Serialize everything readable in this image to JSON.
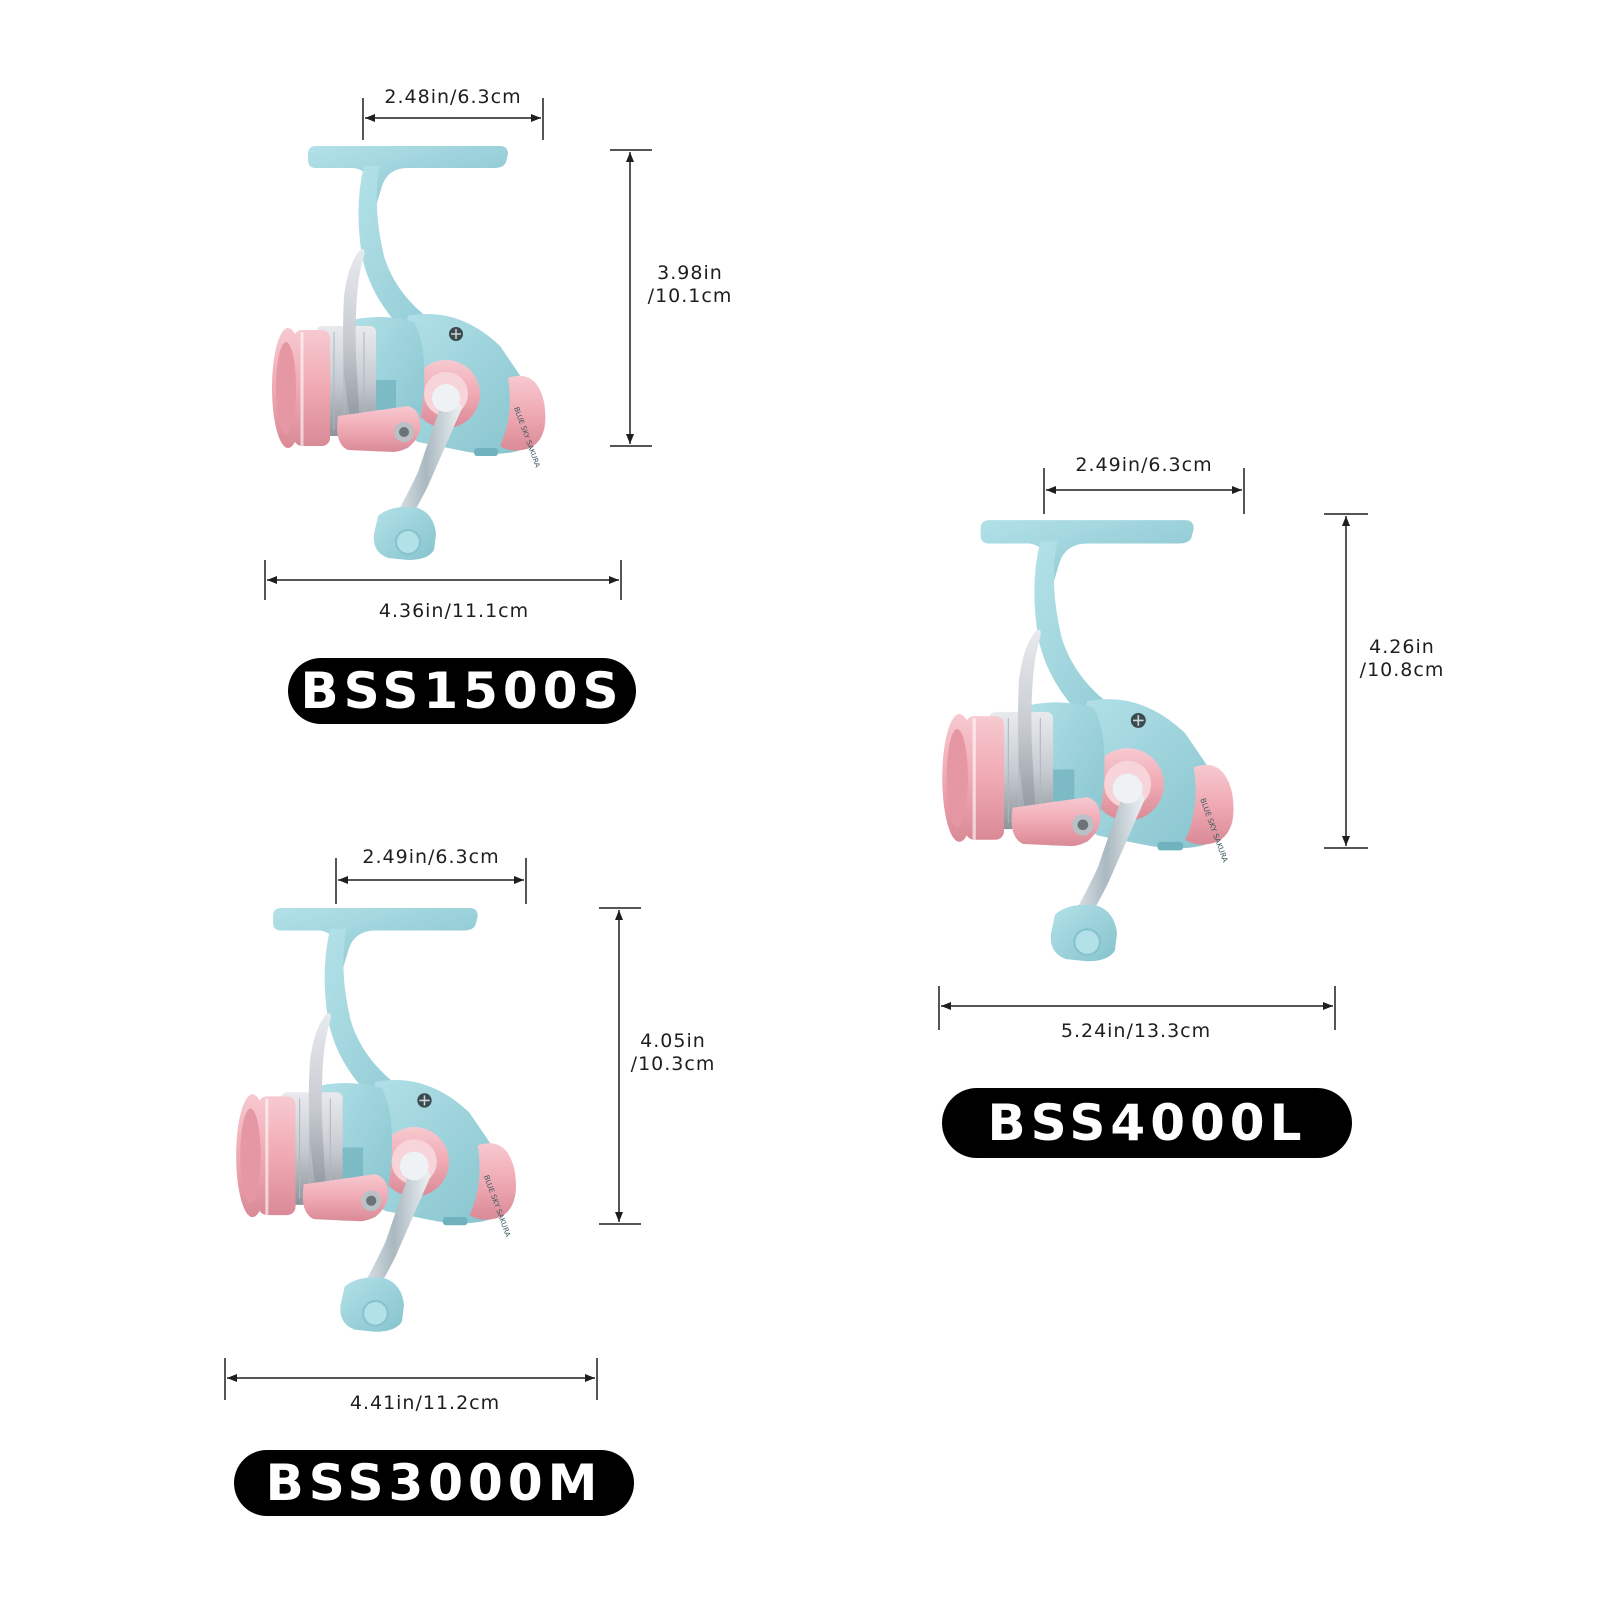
{
  "colors": {
    "body": "#9fd6df",
    "body_shade": "#86c3cd",
    "body_dark": "#6fb1bd",
    "spool": "#f0aab4",
    "spool_dark": "#d98a96",
    "spool_light": "#f7c9d0",
    "metal": "#c8ccd2",
    "metal_dark": "#8e949c",
    "badge_bg": "#000000",
    "badge_text": "#ffffff",
    "dimension_line": "#1e1e1e"
  },
  "reel_brand_mark": "BLUE SKY SAKURA",
  "models": [
    {
      "model": "BSS1500S",
      "foot_width": "2.48in/6.3cm",
      "height_in": "3.98in",
      "height_cm": "/10.1cm",
      "length": "4.36in/11.1cm"
    },
    {
      "model": "BSS4000L",
      "foot_width": "2.49in/6.3cm",
      "height_in": "4.26in",
      "height_cm": "/10.8cm",
      "length": "5.24in/13.3cm"
    },
    {
      "model": "BSS3000M",
      "foot_width": "2.49in/6.3cm",
      "height_in": "4.05in",
      "height_cm": "/10.3cm",
      "length": "4.41in/11.2cm"
    }
  ]
}
